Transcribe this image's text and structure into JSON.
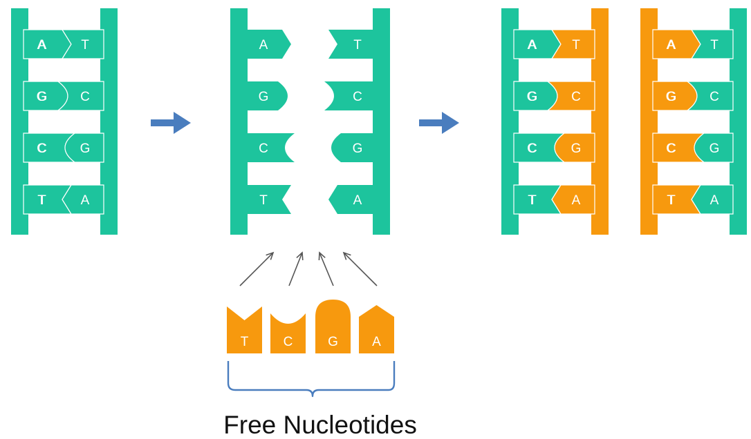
{
  "colors": {
    "parent_strand": "#1DC49D",
    "new_strand": "#F7990E",
    "arrow": "#4A7DBE",
    "pointer": "#555555",
    "gap": "#ffffff",
    "brace": "#4A7DBE",
    "letter": "#ffffff"
  },
  "stages": {
    "original": {
      "pairs": [
        {
          "left": "A",
          "right": "T"
        },
        {
          "left": "G",
          "right": "C"
        },
        {
          "left": "C",
          "right": "G"
        },
        {
          "left": "T",
          "right": "A"
        }
      ]
    },
    "separated": {
      "left_bases": [
        "A",
        "G",
        "C",
        "T"
      ],
      "right_bases": [
        "T",
        "C",
        "G",
        "A"
      ]
    },
    "daughter_1": {
      "pairs": [
        {
          "left": "A",
          "right": "T"
        },
        {
          "left": "G",
          "right": "C"
        },
        {
          "left": "C",
          "right": "G"
        },
        {
          "left": "T",
          "right": "A"
        }
      ]
    },
    "daughter_2": {
      "pairs": [
        {
          "left": "A",
          "right": "T"
        },
        {
          "left": "G",
          "right": "C"
        },
        {
          "left": "C",
          "right": "G"
        },
        {
          "left": "T",
          "right": "A"
        }
      ]
    }
  },
  "free_nucleotides": [
    "T",
    "C",
    "G",
    "A"
  ],
  "caption": "Free Nucleotides",
  "icons": [
    "right-arrow-icon",
    "right-arrow-icon"
  ]
}
